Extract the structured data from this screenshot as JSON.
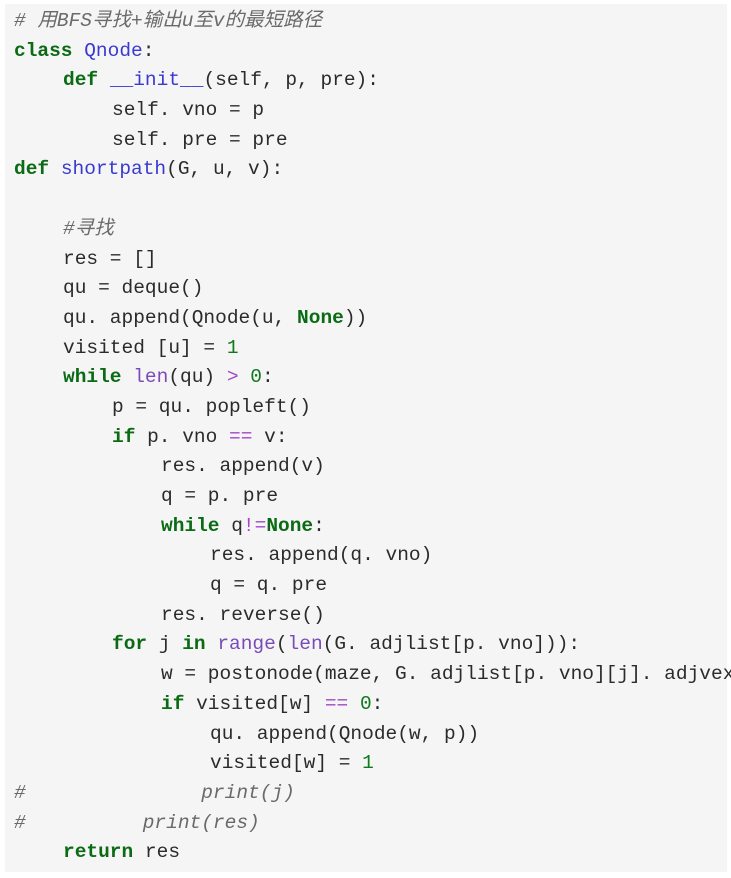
{
  "editor": {
    "lines": [
      {
        "indent": 0,
        "tokens": [
          {
            "t": "# 用BFS寻找+输出u至v的最短路径",
            "c": "cmt"
          }
        ]
      },
      {
        "indent": 0,
        "tokens": [
          {
            "t": "class",
            "c": "kw"
          },
          {
            "t": " "
          },
          {
            "t": "Qnode",
            "c": "fn"
          },
          {
            "t": ":"
          }
        ]
      },
      {
        "indent": 1,
        "tokens": [
          {
            "t": "def",
            "c": "kw"
          },
          {
            "t": " "
          },
          {
            "t": "__init__",
            "c": "fn"
          },
          {
            "t": "(self, p, pre):"
          }
        ]
      },
      {
        "indent": 2,
        "tokens": [
          {
            "t": "self. vno = p"
          }
        ]
      },
      {
        "indent": 2,
        "tokens": [
          {
            "t": "self. pre = pre"
          }
        ]
      },
      {
        "indent": 0,
        "tokens": [
          {
            "t": "def",
            "c": "kw"
          },
          {
            "t": " "
          },
          {
            "t": "shortpath",
            "c": "fn"
          },
          {
            "t": "(G, u, v):"
          }
        ]
      },
      {
        "indent": 0,
        "tokens": []
      },
      {
        "indent": 1,
        "tokens": [
          {
            "t": "#寻找",
            "c": "cmt"
          }
        ]
      },
      {
        "indent": 1,
        "tokens": [
          {
            "t": "res = []"
          }
        ]
      },
      {
        "indent": 1,
        "tokens": [
          {
            "t": "qu = deque()"
          }
        ]
      },
      {
        "indent": 1,
        "tokens": [
          {
            "t": "qu. append(Qnode(u, "
          },
          {
            "t": "None",
            "c": "kw"
          },
          {
            "t": "))"
          }
        ]
      },
      {
        "indent": 1,
        "tokens": [
          {
            "t": "visited [u] = "
          },
          {
            "t": "1",
            "c": "num"
          }
        ]
      },
      {
        "indent": 1,
        "tokens": [
          {
            "t": "while",
            "c": "kw"
          },
          {
            "t": " "
          },
          {
            "t": "len",
            "c": "builtin"
          },
          {
            "t": "(qu) "
          },
          {
            "t": ">",
            "c": "op"
          },
          {
            "t": " "
          },
          {
            "t": "0",
            "c": "num"
          },
          {
            "t": ":"
          }
        ]
      },
      {
        "indent": 2,
        "tokens": [
          {
            "t": "p = qu. popleft()"
          }
        ]
      },
      {
        "indent": 2,
        "tokens": [
          {
            "t": "if",
            "c": "kw"
          },
          {
            "t": " p. vno "
          },
          {
            "t": "==",
            "c": "op"
          },
          {
            "t": " v:"
          }
        ]
      },
      {
        "indent": 3,
        "tokens": [
          {
            "t": "res. append(v)"
          }
        ]
      },
      {
        "indent": 3,
        "tokens": [
          {
            "t": "q = p. pre"
          }
        ]
      },
      {
        "indent": 3,
        "tokens": [
          {
            "t": "while",
            "c": "kw"
          },
          {
            "t": " q"
          },
          {
            "t": "!=",
            "c": "op"
          },
          {
            "t": "None",
            "c": "kw"
          },
          {
            "t": ":"
          }
        ]
      },
      {
        "indent": 4,
        "tokens": [
          {
            "t": "res. append(q. vno)"
          }
        ]
      },
      {
        "indent": 4,
        "tokens": [
          {
            "t": "q = q. pre"
          }
        ]
      },
      {
        "indent": 3,
        "tokens": [
          {
            "t": "res. reverse()"
          }
        ]
      },
      {
        "indent": 2,
        "tokens": [
          {
            "t": "for",
            "c": "kw"
          },
          {
            "t": " j "
          },
          {
            "t": "in",
            "c": "kw"
          },
          {
            "t": " "
          },
          {
            "t": "range",
            "c": "builtin"
          },
          {
            "t": "("
          },
          {
            "t": "len",
            "c": "builtin"
          },
          {
            "t": "(G. adjlist[p. vno])):"
          }
        ]
      },
      {
        "indent": 3,
        "tokens": [
          {
            "t": "w = postonode(maze, G. adjlist[p. vno][j]. adjvex)"
          }
        ]
      },
      {
        "indent": 3,
        "tokens": [
          {
            "t": "if",
            "c": "kw"
          },
          {
            "t": " visited[w] "
          },
          {
            "t": "==",
            "c": "op"
          },
          {
            "t": " "
          },
          {
            "t": "0",
            "c": "num"
          },
          {
            "t": ":"
          }
        ]
      },
      {
        "indent": 4,
        "tokens": [
          {
            "t": "qu. append(Qnode(w, p))"
          }
        ]
      },
      {
        "indent": 4,
        "tokens": [
          {
            "t": "visited[w] = "
          },
          {
            "t": "1",
            "c": "num"
          }
        ]
      },
      {
        "indent": 0,
        "tokens": [
          {
            "t": "#               print(j)",
            "c": "cmt"
          }
        ]
      },
      {
        "indent": 0,
        "tokens": [
          {
            "t": "#          print(res)",
            "c": "cmt"
          }
        ]
      },
      {
        "indent": 1,
        "tokens": [
          {
            "t": "return",
            "c": "kw"
          },
          {
            "t": " res"
          }
        ]
      }
    ]
  }
}
